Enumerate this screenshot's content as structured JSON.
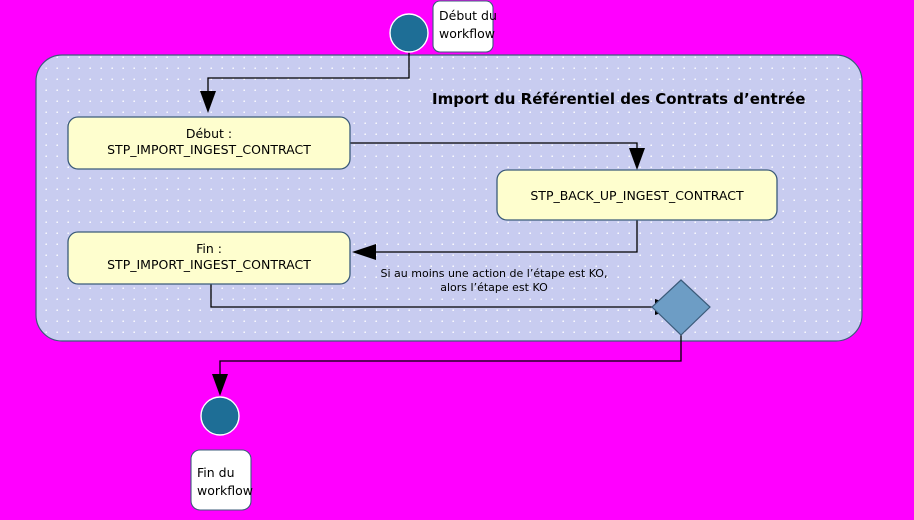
{
  "diagram": {
    "type": "uml-activity-diagram",
    "background_color": "#FF00FF",
    "partition": {
      "title": "Import du Référentiel des Contrats d’entrée",
      "fill_color": "#C8CCF0",
      "border_color": "#3B5B7A"
    },
    "notes": {
      "start_note": "Début du workflow",
      "end_note": "Fin du workflow",
      "note_fill": "#FFFFFF",
      "note_border": "#3B5B7A"
    },
    "nodes": {
      "start_circle": {
        "name": "start-node",
        "fill": "#1E6E96"
      },
      "end_circle": {
        "name": "end-node",
        "fill": "#1E6E96"
      },
      "decision_diamond": {
        "name": "decision-node",
        "fill": "#6D9DC5",
        "border": "#3B5B7A"
      },
      "activity_fill": "#FEFECE",
      "activity_border": "#3B5B7A"
    },
    "activities": [
      {
        "id": "activity-debut-import",
        "line1": "Début :",
        "line2": "STP_IMPORT_INGEST_CONTRACT"
      },
      {
        "id": "activity-backup",
        "line1": "STP_BACK_UP_INGEST_CONTRACT",
        "line2": ""
      },
      {
        "id": "activity-fin-import",
        "line1": "Fin :",
        "line2": "STP_IMPORT_INGEST_CONTRACT"
      }
    ],
    "edge_labels": [
      {
        "id": "edge-label-ko",
        "line1": "Si au moins une action de l’étape est KO,",
        "line2": "alors l’étape est KO"
      }
    ]
  }
}
